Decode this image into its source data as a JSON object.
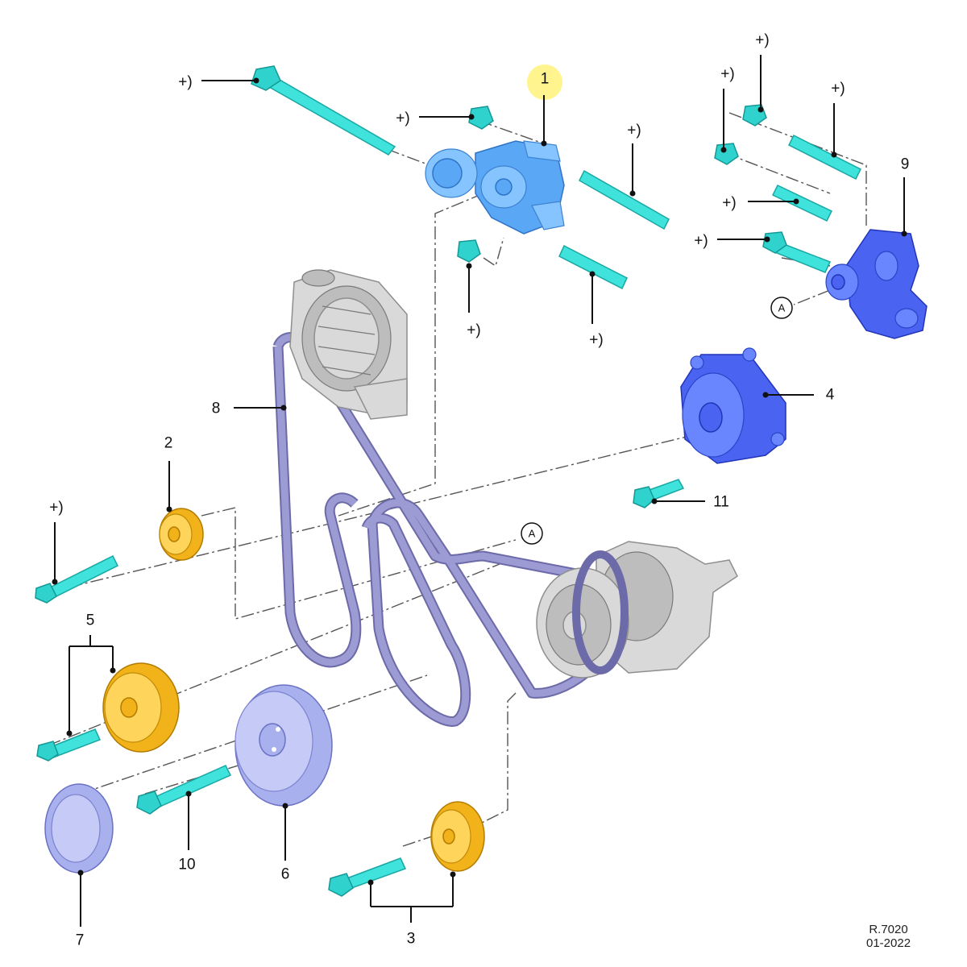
{
  "diagram": {
    "labels": {
      "l1": "1",
      "l2": "2",
      "l3": "3",
      "l4": "4",
      "l5": "5",
      "l6": "6",
      "l7": "7",
      "l8": "8",
      "l9": "9",
      "l10": "10",
      "l11": "11",
      "plus": "+)"
    },
    "view_marker": "A",
    "reference": {
      "code": "R.7020",
      "date": "01-2022"
    },
    "colors": {
      "highlight": "#fff27a",
      "bolt": "#3fe3dc",
      "idler": "#f2b21a",
      "damper": "#a9b0ee",
      "bracket": "#4a63f0",
      "tensioner": "#5aa7f5",
      "belt": "#8f8dc9"
    }
  }
}
